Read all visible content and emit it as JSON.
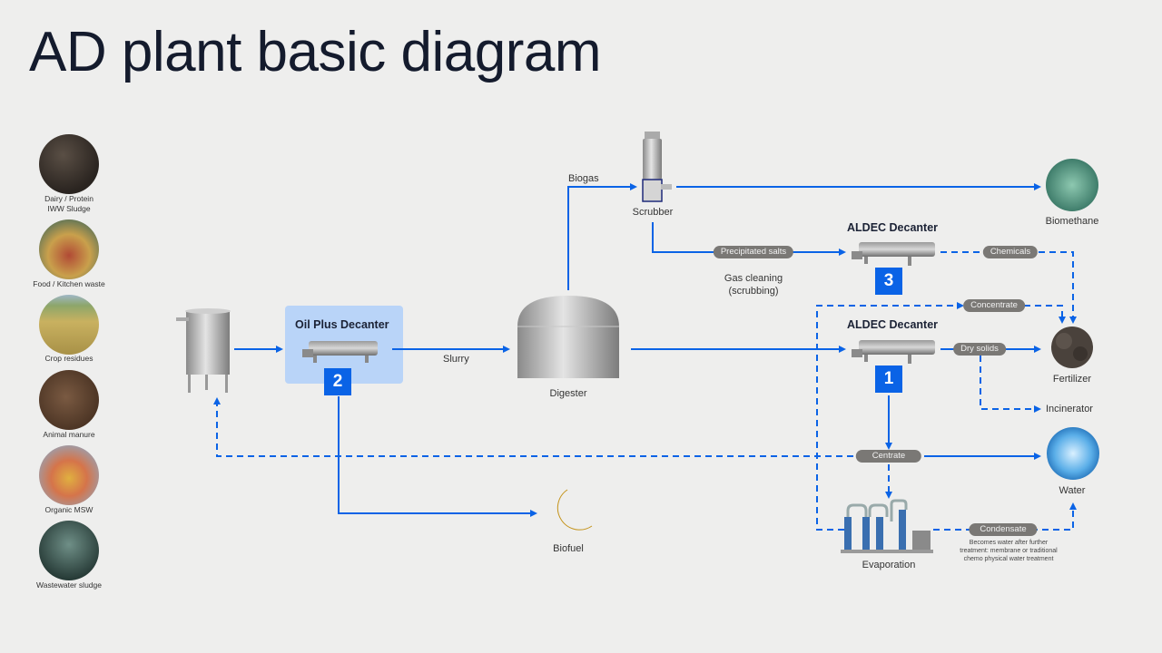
{
  "title": "AD plant basic diagram",
  "colors": {
    "flow": "#0a63e6",
    "badge": "#0a63e6",
    "pill": "#7a7875",
    "highlight": "#b9d4f8",
    "background": "#eeeeed"
  },
  "feedstocks": [
    {
      "label_lines": [
        "Dairy / Protein",
        "IWW Sludge"
      ],
      "icon": "sludge-image"
    },
    {
      "label_lines": [
        "Food / Kitchen waste"
      ],
      "icon": "food-waste-image"
    },
    {
      "label_lines": [
        "Crop residues"
      ],
      "icon": "crop-residues-image"
    },
    {
      "label_lines": [
        "Animal manure"
      ],
      "icon": "animal-manure-image"
    },
    {
      "label_lines": [
        "Organic MSW"
      ],
      "icon": "organic-msw-image"
    },
    {
      "label_lines": [
        "Wastewater sludge"
      ],
      "icon": "wastewater-sludge-image"
    }
  ],
  "nodes": {
    "oil_plus_decanter": {
      "title": "Oil Plus Decanter",
      "badge": "2"
    },
    "aldec_top": {
      "title": "ALDEC Decanter",
      "badge": "3"
    },
    "aldec_bottom": {
      "title": "ALDEC Decanter",
      "badge": "1"
    },
    "scrubber": "Scrubber",
    "digester": "Digester",
    "biofuel": "Biofuel",
    "biomethane": "Biomethane",
    "fertilizer": "Fertilizer",
    "incinerator": "Incinerator",
    "water": "Water",
    "evaporation": "Evaporation"
  },
  "flow_labels": {
    "biogas": "Biogas",
    "slurry": "Slurry",
    "gas_cleaning": [
      "Gas cleaning",
      "(scrubbing)"
    ]
  },
  "pills": {
    "precipitated_salts": "Precipitated salts",
    "chemicals": "Chemicals",
    "concentrate": "Concentrate",
    "dry_solids": "Dry solids",
    "centrate": "Centrate",
    "condensate": "Condensate"
  },
  "notes": {
    "condensate_note": [
      "Becomes water after further",
      "treatment: membrane or traditional",
      "chemo physical water treatment"
    ]
  }
}
